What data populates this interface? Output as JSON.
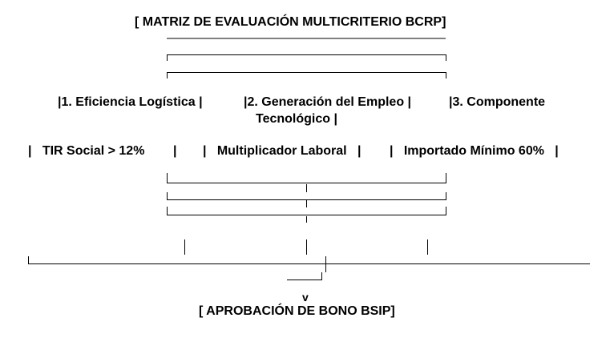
{
  "header": {
    "title": "[ MATRIZ DE EVALUACIÓN MULTICRITERIO BCRP]"
  },
  "criteria": [
    {
      "label": "|1. Eficiencia Logística  |"
    },
    {
      "label_line1": "|2. Generación del Empleo  |",
      "label_line2": "Tecnológico  |"
    },
    {
      "label": "|3. Componente"
    }
  ],
  "thresholds": [
    {
      "label": "|   TIR Social > 12%        |"
    },
    {
      "label": "|   Multiplicador Laboral   |"
    },
    {
      "label": "|   Importado Mínimo 60%   |"
    }
  ],
  "footer": {
    "arrow": "v",
    "result": "[ APROBACIÓN DE BONO BSIP]"
  }
}
